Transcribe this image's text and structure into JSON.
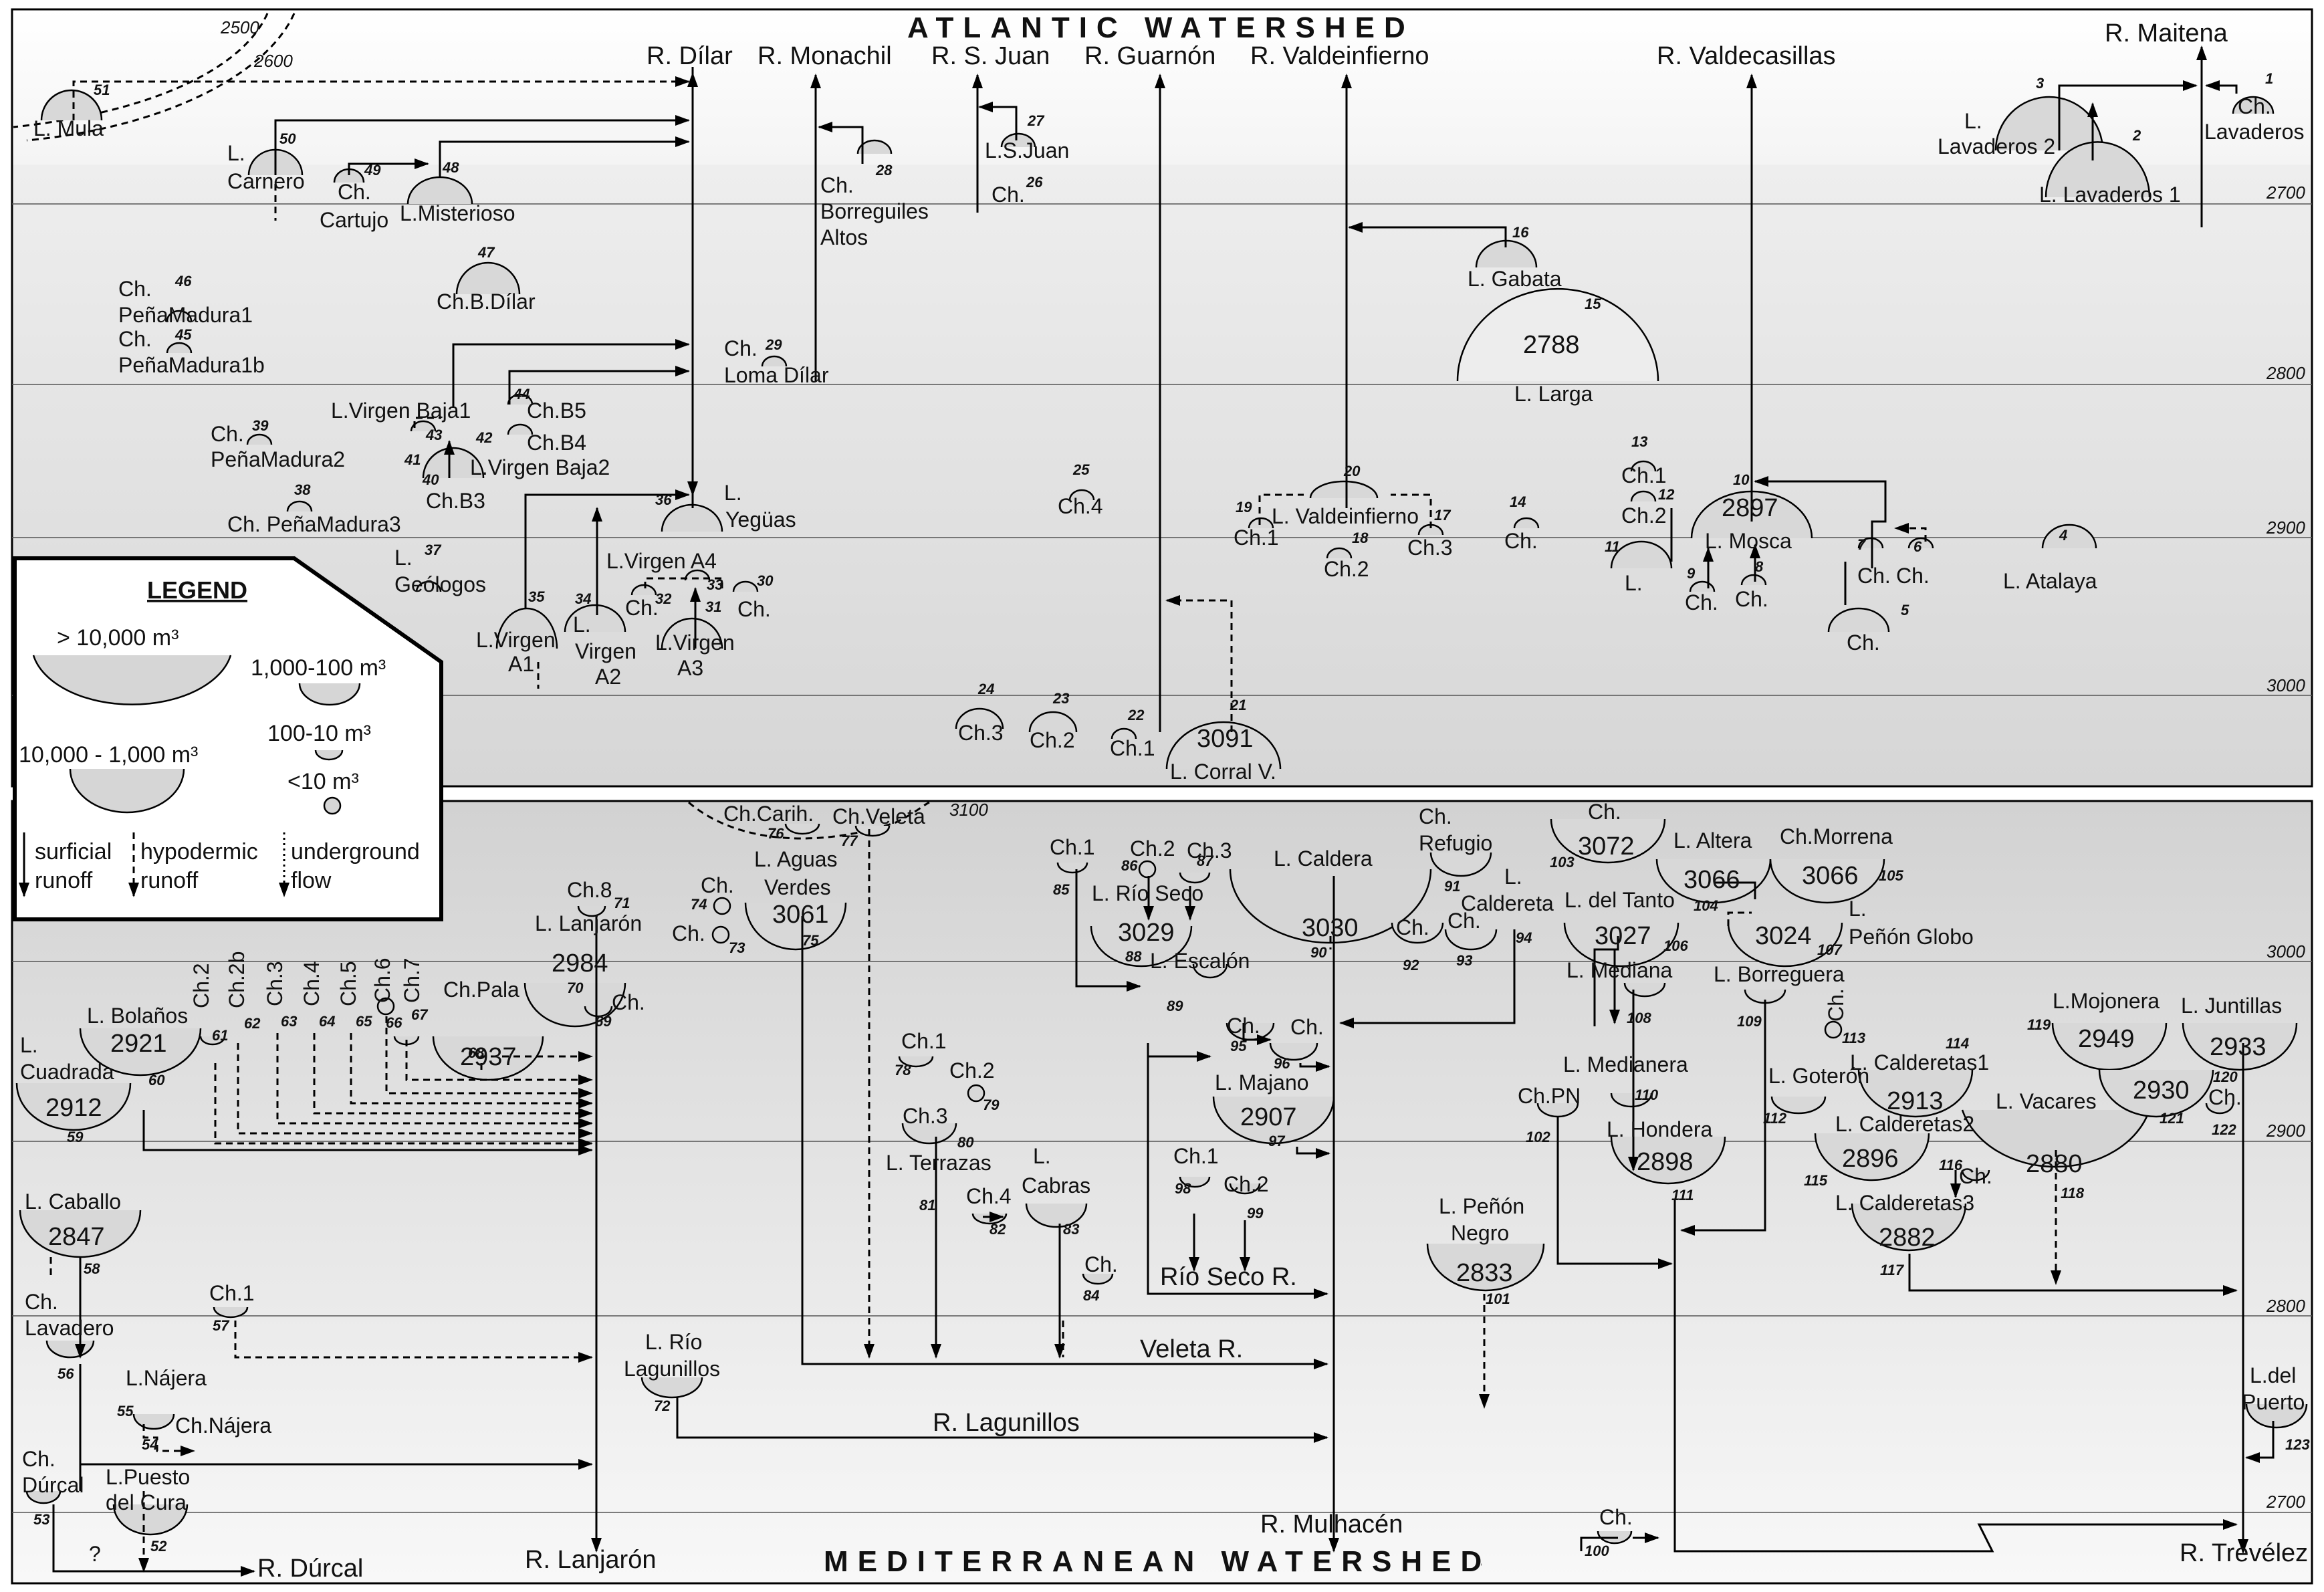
{
  "titles": {
    "top": "ATLANTIC WATERSHED",
    "bottom": "MEDITERRANEAN WATERSHED"
  },
  "legend": {
    "title": "LEGEND",
    "s1": "> 10,000 m³",
    "s2": "10,000 - 1,000 m³",
    "s3": "1,000-100 m³",
    "s4": "100-10 m³",
    "s5": "<10 m³",
    "r1a": "surficial",
    "r1b": "runoff",
    "r2a": "hypodermic",
    "r2b": "runoff",
    "r3a": "underground",
    "r3b": "flow"
  },
  "elevations": [
    "2500",
    "2600",
    "2700",
    "2800",
    "2900",
    "3000",
    "3100",
    "3000",
    "2900",
    "2800",
    "2700"
  ],
  "rivers_top": [
    "R. Dílar",
    "R. Monachil",
    "R. S. Juan",
    "R. Guarnón",
    "R. Valdeinfierno",
    "R. Valdecasillas",
    "R. Maitena"
  ],
  "rivers_bottom": [
    "R. Dúrcal",
    "R. Lanjarón",
    "R. Mulhacén",
    "R. Trevélez",
    "Veleta R.",
    "R. Lagunillos",
    "Río Seco R."
  ],
  "lagoon_codes": [
    "2788",
    "2897",
    "3091",
    "2984",
    "3061",
    "3029",
    "3030",
    "3072",
    "3066",
    "3066",
    "3027",
    "3024",
    "2921",
    "2912",
    "2937",
    "2907",
    "2949",
    "2933",
    "2913",
    "2930",
    "2896",
    "2880",
    "2898",
    "2882",
    "2847",
    "2833"
  ],
  "labels": [
    "L. Mula",
    "L.",
    "Carnero",
    "Ch.",
    "Cartujo",
    "L.Misterioso",
    "Ch.",
    "Borreguiles",
    "Altos",
    "L.S.Juan",
    "Ch.",
    "L.",
    "Lavaderos 2",
    "L. Lavaderos 1",
    "Ch.",
    "Lavaderos",
    "Ch.B.Dílar",
    "Ch.",
    "PeñaMadura1",
    "Ch.",
    "PeñaMadura1b",
    "Ch.",
    "Loma Dílar",
    "L. Gabata",
    "L. Larga",
    "L.Virgen Baja1",
    "Ch.B5",
    "Ch.B4",
    "L.Virgen Baja2",
    "Ch.B3",
    "Ch.",
    "PeñaMadura2",
    "Ch. PeñaMadura3",
    "L.",
    "Yegüas",
    "Ch.4",
    "L. Valdeinfierno",
    "Ch.1",
    "Ch.2",
    "Ch.3",
    "Ch.",
    "Ch.1",
    "Ch.2",
    "L. Mosca",
    "L.",
    "Ch.",
    "Ch.",
    "Ch.",
    "Ch.",
    "Ch.",
    "L. Atalaya",
    "L.",
    "Geólogos",
    "L.Virgen A4",
    "Ch.",
    "Ch.",
    "L.Virgen",
    "A1",
    "L.",
    "Virgen",
    "A2",
    "L.Virgen",
    "A3",
    "Ch.3",
    "Ch.2",
    "Ch.1",
    "L. Corral V.",
    "Ch.Carih.",
    "Ch.Veleta",
    "L. Aguas",
    "Verdes",
    "Ch.",
    "Ch.",
    "Ch.8",
    "L. Lanjarón",
    "Ch.",
    "Ch.1",
    "Ch.2",
    "Ch.3",
    "L. Río Seco",
    "L. Escalón",
    "L. Caldera",
    "Ch.",
    "Refugio",
    "L.",
    "Caldereta",
    "Ch.",
    "Ch.",
    "Ch.",
    "L. Altera",
    "Ch.Morrena",
    "L. del Tanto",
    "L.",
    "Peñón Globo",
    "L. Mediana",
    "L. Borreguera",
    "Ch.2",
    "Ch.2b",
    "Ch.3",
    "Ch.4",
    "Ch.5",
    "Ch.6",
    "Ch.7",
    "L. Bolaños",
    "L.",
    "Cuadrada",
    "Ch.Pala",
    "Ch.1",
    "Ch.2",
    "Ch.3",
    "L. Terrazas",
    "Ch.4",
    "L.",
    "Cabras",
    "Ch.",
    "Ch.",
    "Ch.",
    "L. Majano",
    "Ch.1",
    "Ch.2",
    "L. Medianera",
    "Ch.PN",
    "L. Hondera",
    "Ch.",
    "L. Goterón",
    "L. Calderetas1",
    "L. Calderetas2",
    "Ch.",
    "L. Calderetas3",
    "L. Vacares",
    "L.Mojonera",
    "L. Juntillas",
    "Ch.",
    "L. Caballo",
    "Ch.",
    "Lavadero",
    "Ch.1",
    "L.Nájera",
    "Ch.Nájera",
    "Ch.",
    "Dúrcal",
    "L.Puesto",
    "del Cura",
    "?",
    "L. Río",
    "Lagunillos",
    "Ch.",
    "L. Peñón",
    "Negro",
    "L.del",
    "Puerto"
  ],
  "ids": [
    "1",
    "2",
    "3",
    "4",
    "5",
    "6",
    "7",
    "8",
    "9",
    "10",
    "11",
    "12",
    "13",
    "14",
    "15",
    "16",
    "17",
    "18",
    "19",
    "20",
    "21",
    "22",
    "23",
    "24",
    "25",
    "26",
    "27",
    "28",
    "29",
    "30",
    "31",
    "32",
    "33",
    "34",
    "35",
    "36",
    "37",
    "38",
    "39",
    "40",
    "41",
    "42",
    "43",
    "44",
    "45",
    "46",
    "47",
    "48",
    "49",
    "50",
    "51",
    "52",
    "53",
    "54",
    "55",
    "56",
    "57",
    "58",
    "59",
    "60",
    "61",
    "62",
    "63",
    "64",
    "65",
    "66",
    "67",
    "68",
    "69",
    "70",
    "71",
    "72",
    "73",
    "74",
    "75",
    "76",
    "77",
    "78",
    "79",
    "80",
    "81",
    "82",
    "83",
    "84",
    "85",
    "86",
    "87",
    "88",
    "89",
    "90",
    "91",
    "92",
    "93",
    "94",
    "95",
    "96",
    "97",
    "98",
    "99",
    "100",
    "101",
    "102",
    "103",
    "104",
    "105",
    "106",
    "107",
    "108",
    "109",
    "110",
    "111",
    "112",
    "113",
    "114",
    "115",
    "116",
    "117",
    "118",
    "119",
    "120",
    "121",
    "122",
    "123"
  ]
}
